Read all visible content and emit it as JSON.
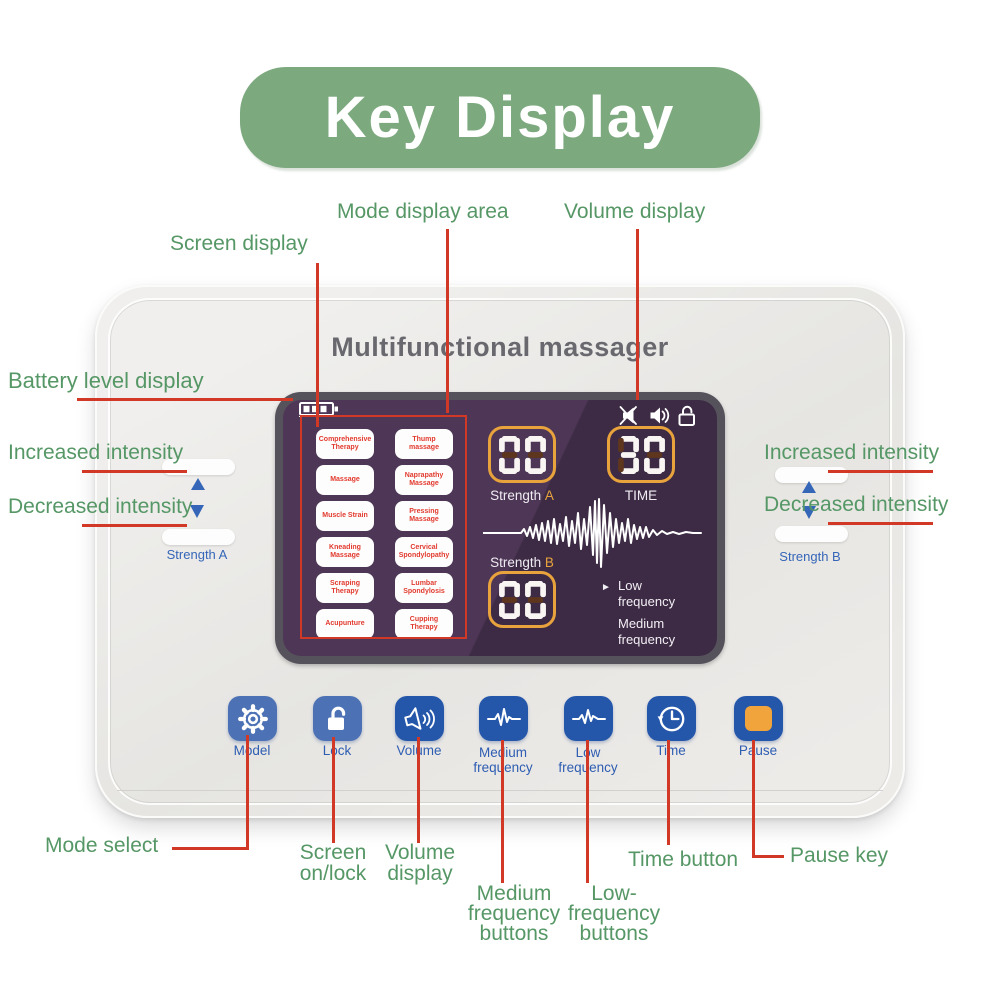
{
  "banner": {
    "title": "Key Display"
  },
  "annotations": {
    "screen_display": "Screen display",
    "mode_display_area": "Mode display area",
    "volume_display_top": "Volume display",
    "battery_level": "Battery level display",
    "increased_left": "Increased intensity",
    "decreased_left": "Decreased intensity",
    "increased_right": "Increased intensity",
    "decreased_right": "Decreased intensity",
    "mode_select": "Mode select",
    "screen_onlock_line1": "Screen",
    "screen_onlock_line2": "on/lock",
    "volume_display_line1": "Volume",
    "volume_display_line2": "display",
    "medium_freq_line1": "Medium",
    "medium_freq_line2": "frequency",
    "medium_freq_line3": "buttons",
    "low_freq_line1": "Low-",
    "low_freq_line2": "frequency",
    "low_freq_line3": "buttons",
    "time_button": "Time button",
    "pause_key": "Pause key"
  },
  "device": {
    "title": "Multifunctional massager",
    "side_left_label": "Strength A",
    "side_right_label": "Strength B",
    "screen": {
      "modes": [
        "Comprehensive Therapy",
        "Thump massage",
        "Massage",
        "Naprapathy Massage",
        "Muscle Strain",
        "Pressing Massage",
        "Kneading Massage",
        "Cervical Spondylopathy",
        "Scraping Therapy",
        "Lumbar Spondylosis",
        "Acupunture",
        "Cupping Therapy"
      ],
      "strength_a": {
        "label": "Strength",
        "letter": "A",
        "value": "00"
      },
      "time": {
        "label": "TIME",
        "value": "30"
      },
      "strength_b": {
        "label": "Strength",
        "letter": "B",
        "value": "00"
      },
      "freq_line1": "Low",
      "freq_line2": "frequency",
      "freq_line3": "Medium",
      "freq_line4": "frequency",
      "status_icons": [
        "muted-speaker",
        "speaker",
        "unlocked-padlock"
      ],
      "battery_level_bars": 3
    },
    "buttons": [
      {
        "label": "Model",
        "icon": "gear"
      },
      {
        "label": "Lock",
        "icon": "open-lock"
      },
      {
        "label": "Volume",
        "icon": "speaker-waves"
      },
      {
        "label": "Medium",
        "label2": "frequency",
        "icon": "pulse"
      },
      {
        "label": "Low",
        "label2": "frequency",
        "icon": "pulse"
      },
      {
        "label": "Time",
        "icon": "clock"
      },
      {
        "label": "Pause",
        "icon": "orange-square"
      }
    ]
  },
  "colors": {
    "banner_green": "#7da97f",
    "annotation_green": "#569766",
    "annotation_red": "#d13926",
    "device_title_gray": "#68686e",
    "screen_purple_light": "#4e3656",
    "screen_purple_dark": "#3d2b45",
    "bezel_gray": "#56525c",
    "display_orange": "#e8a33c",
    "segment_on": "#f8f5f2",
    "segment_off": "#5d361d",
    "mode_text_red": "#e23a2e",
    "button_blue": "#2457aa",
    "button_blue_light": "#4c72b5",
    "button_label_blue": "#2e5db2",
    "side_label_blue": "#3566b8",
    "pause_orange": "#f0a43b"
  }
}
